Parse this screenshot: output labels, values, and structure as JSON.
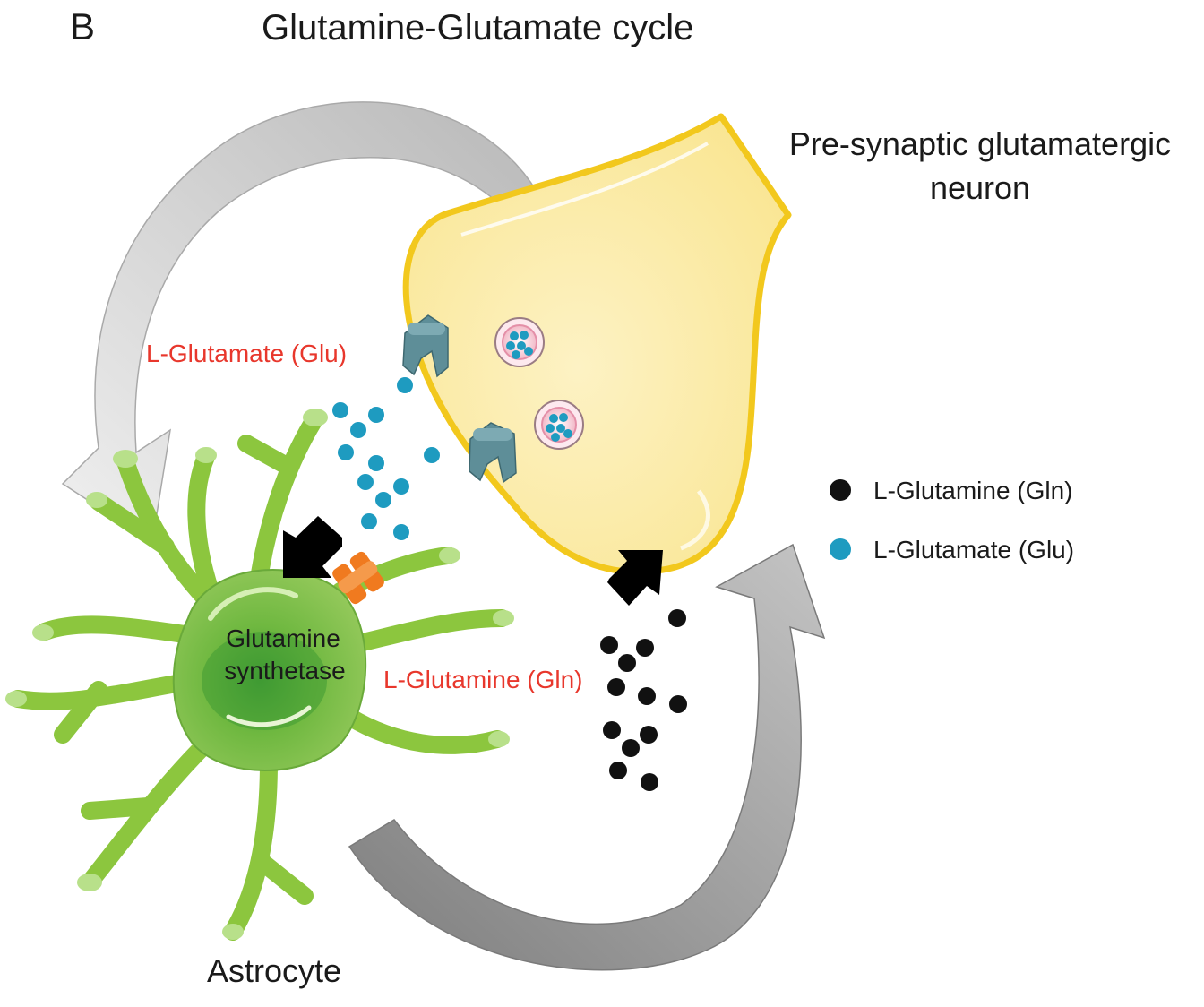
{
  "panel": {
    "letter": "B",
    "title": "Glutamine-Glutamate cycle"
  },
  "labels": {
    "neuron_line1": "Pre-synaptic glutamatergic",
    "neuron_line2": "neuron",
    "astrocyte": "Astrocyte",
    "enzyme_line1": "Glutamine",
    "enzyme_line2": "synthetase",
    "glu_release": "L-Glutamate (Glu)",
    "gln_release": "L-Glutamine (Gln)"
  },
  "legend": [
    {
      "label": "L-Glutamine (Gln)",
      "color": "#111111"
    },
    {
      "label": "L-Glutamate (Glu)",
      "color": "#1e9bc0"
    }
  ],
  "colors": {
    "neuron_fill": "#fbeaa8",
    "neuron_outline": "#f2c81d",
    "astrocyte": "#8cc63e",
    "astrocyte_dark": "#3f9a33",
    "receptor": "#5e8e98",
    "transporter": "#f07a1f",
    "arrow_light": "#dcdcdc",
    "arrow_dark": "#9a9a9a"
  }
}
